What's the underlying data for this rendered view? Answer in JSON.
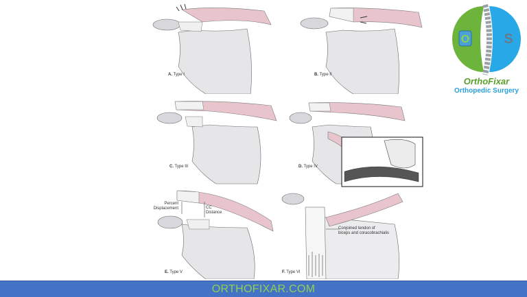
{
  "figure": {
    "panels": [
      {
        "id": "A",
        "letter": "A.",
        "label": "Type I"
      },
      {
        "id": "B",
        "letter": "B.",
        "label": "Type II"
      },
      {
        "id": "C",
        "letter": "C.",
        "label": "Type III"
      },
      {
        "id": "D",
        "letter": "D.",
        "label": "Type IV"
      },
      {
        "id": "E",
        "letter": "E.",
        "label": "Type V"
      },
      {
        "id": "F",
        "letter": "F.",
        "label": "Type VI"
      }
    ],
    "annotations": {
      "percent_displacement_1": "Percent",
      "percent_displacement_2": "Displacement",
      "cc_distance_1": "CC",
      "cc_distance_2": "Distance",
      "conjoined_1": "Conjoined tendon of",
      "conjoined_2": "biceps and coracobrachialis"
    },
    "colors": {
      "clavicle": "#e8c4cc",
      "scapula": "#e6e6e8",
      "outline": "#555555"
    }
  },
  "logo": {
    "letter_left": "O",
    "letter_right": "S",
    "title": "OrthoFixar",
    "subtitle": "Orthopedic Surgery",
    "green": "#6cb43c",
    "blue": "#29a8e8"
  },
  "footer": {
    "text": "ORTHOFIXAR.COM",
    "background": "#4472c4",
    "text_color": "#92d050"
  }
}
